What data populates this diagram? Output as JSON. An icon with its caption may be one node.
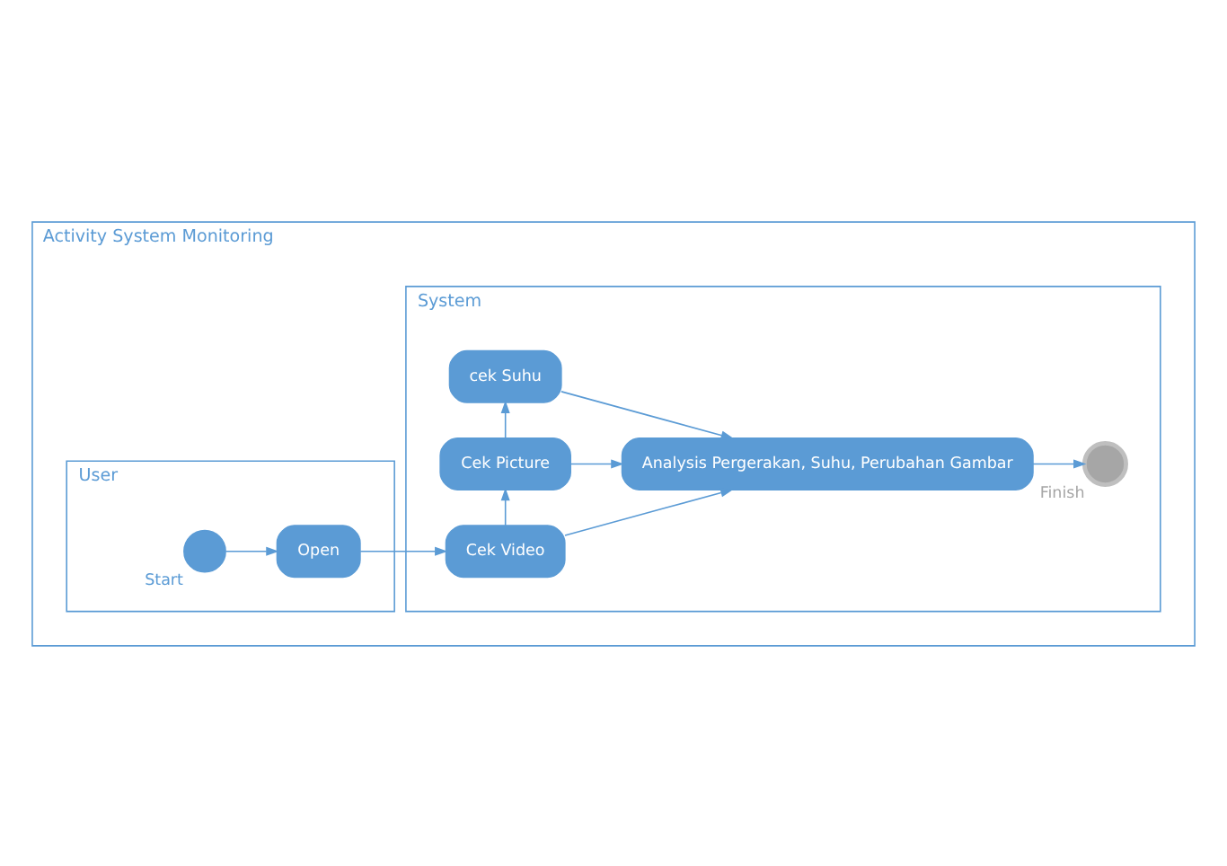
{
  "diagram": {
    "nodes": [
      {
        "text": [
          "Activity System Monitoring"
        ]
      },
      {
        "text": [
          "User"
        ],
        "in": 0
      },
      {
        "text": [
          "System"
        ],
        "in": 0
      },
      {
        "text": [],
        "shape": "circle",
        "beside": [
          "Start"
        ],
        "in": 1
      },
      {
        "text": [
          "Open"
        ],
        "in": 1
      },
      {
        "text": [
          "Cek Video"
        ],
        "in": 2
      },
      {
        "text": [
          "Cek Picture"
        ],
        "in": 2
      },
      {
        "text": [
          "cek Suhu"
        ],
        "in": 2
      },
      {
        "text": [
          "Analysis Pergerakan, Suhu, Perubahan Gambar"
        ],
        "in": 2
      },
      {
        "text": [],
        "shape": "circle",
        "beside": [
          "Finish"
        ],
        "in": 2
      }
    ],
    "edges": [
      {
        "from": 3,
        "to": 4,
        "arrow": "to"
      },
      {
        "from": 4,
        "to": 5,
        "arrow": "to"
      },
      {
        "from": 5,
        "to": 6,
        "arrow": "to"
      },
      {
        "from": 6,
        "to": 7,
        "arrow": "to"
      },
      {
        "from": 5,
        "to": 8,
        "arrow": "to"
      },
      {
        "from": 6,
        "to": 8,
        "arrow": "to"
      },
      {
        "from": 7,
        "to": 8,
        "arrow": "to"
      },
      {
        "from": 8,
        "to": 9,
        "arrow": "to"
      }
    ]
  }
}
